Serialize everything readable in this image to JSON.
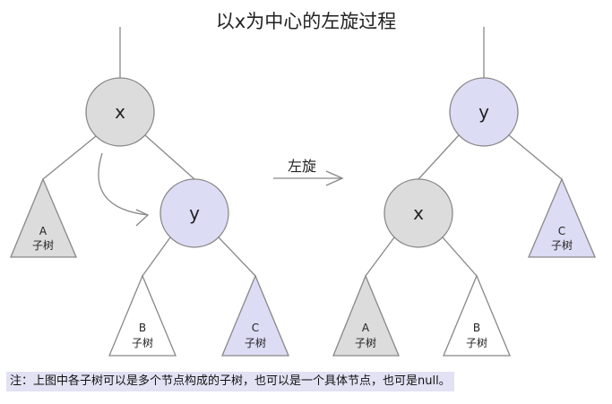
{
  "title": "以x为中心的左旋过程",
  "arrow_label": "左旋",
  "before": {
    "root": "x",
    "child": "y",
    "subtrees": [
      {
        "letter": "A",
        "label": "子树"
      },
      {
        "letter": "B",
        "label": "子树"
      },
      {
        "letter": "C",
        "label": "子树"
      }
    ]
  },
  "after": {
    "root": "y",
    "child": "x",
    "subtrees": [
      {
        "letter": "A",
        "label": "子树"
      },
      {
        "letter": "B",
        "label": "子树"
      },
      {
        "letter": "C",
        "label": "子树"
      }
    ]
  },
  "note": "注：上图中各子树可以是多个节点构成的子树，也可以是一个具体节点，也可是null。",
  "colors": {
    "x_node": "#dcdcdc",
    "y_node": "#dcdcf5",
    "note_bg": "#e2e2f4"
  }
}
